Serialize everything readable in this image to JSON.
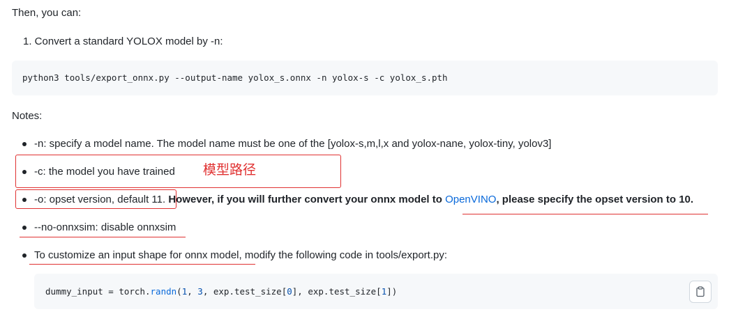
{
  "intro": "Then, you can:",
  "step1": "1. Convert a standard YOLOX model by -n:",
  "cmd": "python3 tools/export_onnx.py --output-name yolox_s.onnx -n yolox-s -c yolox_s.pth",
  "notes_label": "Notes:",
  "notes": {
    "n": "-n: specify a model name. The model name must be one of the [yolox-s,m,l,x and yolox-nane, yolox-tiny, yolov3]",
    "c": "-c: the model you have trained",
    "c_annotation": "模型路径",
    "o_plain": "-o: opset version, default 11.",
    "o_bold_1": "However, if you will further convert your onnx model to",
    "o_link": "OpenVINO",
    "o_bold_2": ", please specify the opset version to 10.",
    "no_onnxsim": "--no-onnxsim: disable onnxsim",
    "shape_link": "To customize an input shape for onnx model",
    "shape_rest": ", modify the following code in tools/export.py:"
  },
  "code2": {
    "pre": "dummy_input = torch.",
    "fn": "randn",
    "p1": "(",
    "n1": "1",
    "c1": ", ",
    "n2": "3",
    "p2": ", exp.test_size[",
    "n3": "0",
    "p3": "], exp.test_size[",
    "n4": "1",
    "p4": "])"
  },
  "colors": {
    "annotation_red": "#e03131",
    "link_blue": "#0969da",
    "code_bg": "#f6f8fa"
  },
  "icons": {
    "copy": "clipboard-icon"
  }
}
